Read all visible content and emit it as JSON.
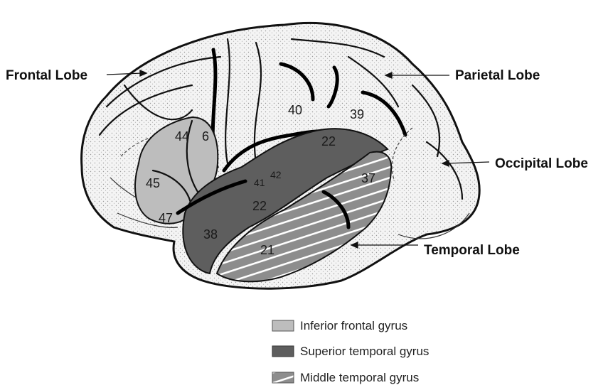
{
  "lobes": {
    "frontal": "Frontal Lobe",
    "parietal": "Parietal Lobe",
    "occipital": "Occipital Lobe",
    "temporal": "Temporal Lobe"
  },
  "areas": {
    "a40": "40",
    "a39": "39",
    "a44": "44",
    "a6": "6",
    "a45": "45",
    "a47": "47",
    "a22_upper": "22",
    "a22_lower": "22",
    "a41": "41",
    "a42": "42",
    "a37": "37",
    "a38": "38",
    "a21": "21"
  },
  "legend": [
    {
      "label": "Inferior frontal gyrus",
      "color": "#bdbdbd",
      "pattern": "solid"
    },
    {
      "label": "Superior temporal gyrus",
      "color": "#5e5e5e",
      "pattern": "solid"
    },
    {
      "label": "Middle temporal gyrus",
      "color": "#8a8a8a",
      "pattern": "stripes"
    }
  ]
}
